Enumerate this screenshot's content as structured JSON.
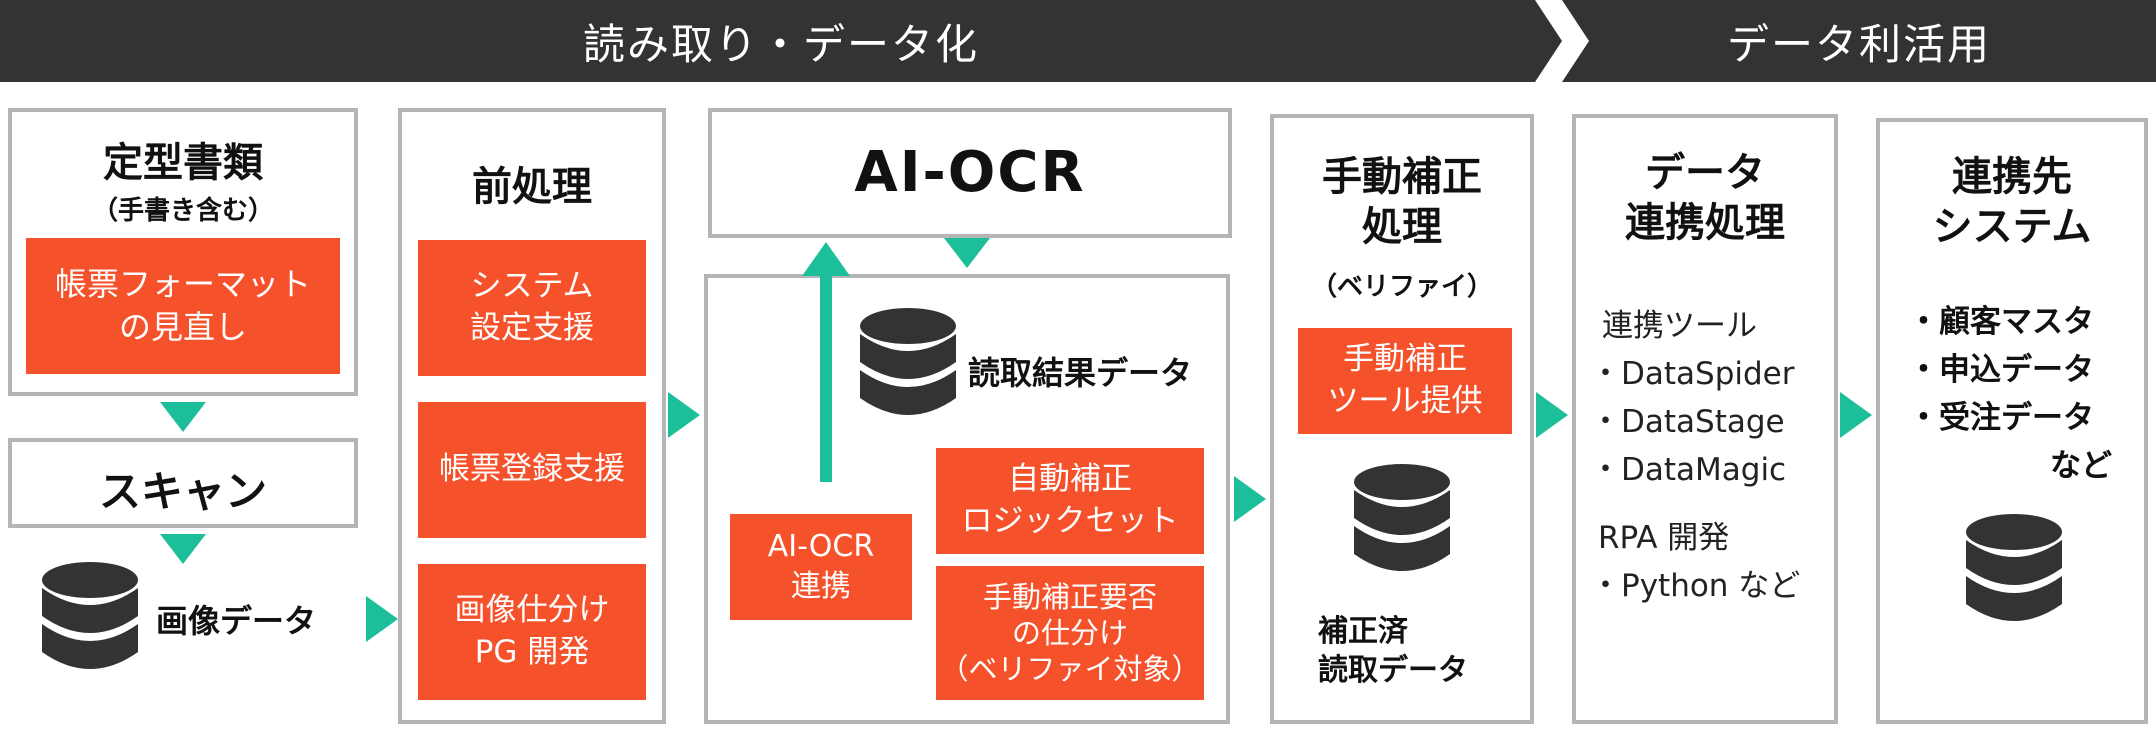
{
  "banners": {
    "left": "読み取り・データ化",
    "right": "データ利活用"
  },
  "columns": {
    "documents": {
      "title": "定型書類",
      "subtitle": "（手書き含む）",
      "action": "帳票フォーマット\nの見直し"
    },
    "scan": {
      "title": "スキャン",
      "image_data_label": "画像データ"
    },
    "preprocess": {
      "title": "前処理",
      "actions": [
        "システム\n設定支援",
        "帳票登録支援",
        "画像仕分け\nPG 開発"
      ]
    },
    "aiocr": {
      "title": "AI-OCR",
      "read_result_label": "読取結果データ",
      "link_action": "AI-OCR\n連携",
      "auto_correct": "自動補正\nロジックセット",
      "manual_sort": "手動補正要否\nの仕分け\n（ベリファイ対象）"
    },
    "manual_fix": {
      "title": "手動補正\n処理",
      "subtitle": "（ベリファイ）",
      "action": "手動補正\nツール提供",
      "data_label": "補正済\n読取データ"
    },
    "integration": {
      "title": "データ\n連携処理",
      "tools_heading": "連携ツール",
      "tools": [
        "・DataSpider",
        "・DataStage",
        "・DataMagic"
      ],
      "rpa_heading": "RPA 開発",
      "rpa_items": [
        "・Python など"
      ]
    },
    "target": {
      "title": "連携先\nシステム",
      "items": [
        "・顧客マスタ",
        "・申込データ",
        "・受注データ"
      ],
      "items_suffix": "など"
    }
  },
  "colors": {
    "banner": "#333333",
    "accent_orange": "#f5512a",
    "arrow_teal": "#1cbf9a",
    "border_gray": "#b5b5b5",
    "db_icon": "#333333"
  },
  "icons": [
    "database-icon",
    "arrow-right-icon",
    "arrow-down-icon",
    "arrow-up-icon"
  ]
}
